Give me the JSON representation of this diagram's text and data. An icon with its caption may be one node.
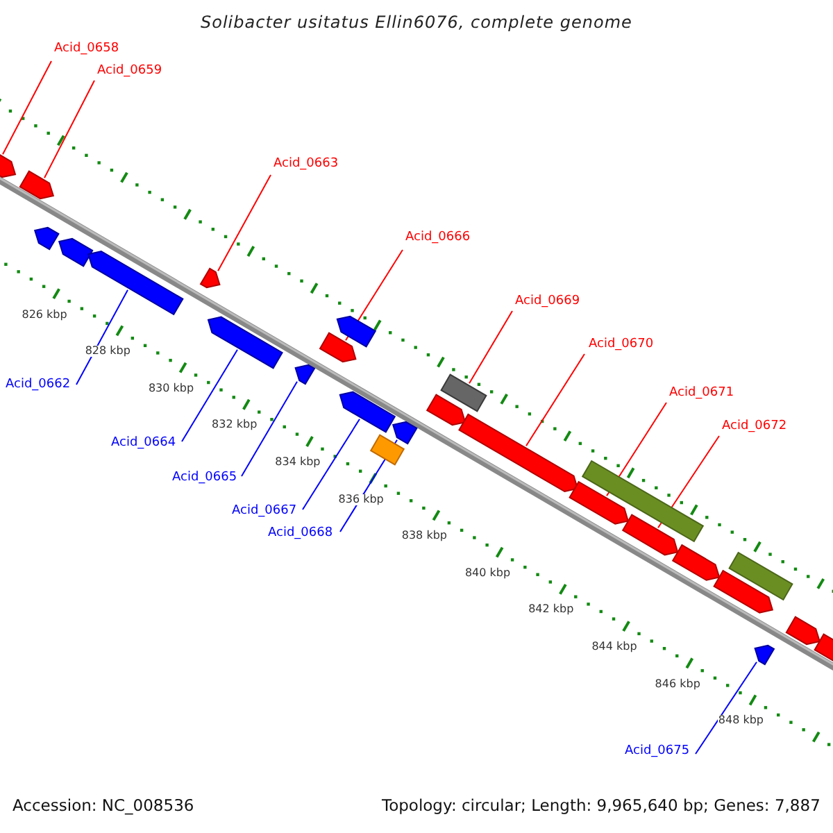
{
  "diagram": {
    "title": "Solibacter usitatus Ellin6076, complete genome",
    "nodes": [
      {
        "text": [
          "Acid_0658"
        ]
      },
      {
        "text": [
          "Acid_0659"
        ]
      },
      {
        "text": [
          "Acid_0663"
        ]
      },
      {
        "text": [
          "Acid_0666"
        ]
      },
      {
        "text": [
          "Acid_0669"
        ]
      },
      {
        "text": [
          "Acid_0670"
        ]
      },
      {
        "text": [
          "Acid_0662"
        ]
      },
      {
        "text": [
          "Acid_0671"
        ]
      },
      {
        "text": [
          "Acid_0672"
        ]
      },
      {
        "text": [
          "Acid_0664"
        ]
      },
      {
        "text": [
          "Acid_0665"
        ]
      },
      {
        "text": [
          "Acid_0667"
        ]
      },
      {
        "text": [
          "Acid_0668"
        ]
      },
      {
        "text": [
          "Acid_0675"
        ]
      },
      {
        "text": [],
        "shape": "arrow"
      },
      {
        "text": [],
        "shape": "arrow"
      },
      {
        "text": [],
        "shape": "arrow"
      },
      {
        "text": [],
        "shape": "arrow"
      },
      {
        "text": [],
        "shape": "arrow"
      },
      {
        "text": [],
        "shape": "arrow"
      },
      {
        "text": [],
        "shape": "arrow"
      },
      {
        "text": [],
        "shape": "arrow"
      },
      {
        "text": [],
        "shape": "arrow"
      },
      {
        "text": [],
        "shape": "arrow"
      },
      {
        "text": [],
        "shape": "arrow"
      },
      {
        "text": [],
        "shape": "box"
      },
      {
        "text": [],
        "shape": "arrow"
      },
      {
        "text": [],
        "shape": "arrow"
      },
      {
        "text": [],
        "shape": "box"
      },
      {
        "text": [],
        "shape": "arrow"
      },
      {
        "text": [],
        "shape": "arrow"
      },
      {
        "text": [],
        "shape": "box"
      },
      {
        "text": [],
        "shape": "arrow"
      },
      {
        "text": [],
        "shape": "arrow"
      },
      {
        "text": [],
        "shape": "arrow"
      },
      {
        "text": [],
        "shape": "box"
      },
      {
        "text": [],
        "shape": "arrow"
      },
      {
        "text": [],
        "shape": "arrow"
      },
      {
        "text": [],
        "shape": "arrow"
      }
    ],
    "edges": [
      {
        "from": 0,
        "to": 14,
        "arrow": "none"
      },
      {
        "from": 1,
        "to": 15,
        "arrow": "none"
      },
      {
        "from": 6,
        "to": 18,
        "arrow": "none",
        "color": "#0000ff"
      },
      {
        "from": 2,
        "to": 19,
        "arrow": "none"
      },
      {
        "from": 9,
        "to": 20,
        "arrow": "none",
        "color": "#0000ff"
      },
      {
        "from": 10,
        "to": 21,
        "arrow": "none",
        "color": "#0000ff"
      },
      {
        "from": 3,
        "to": 22,
        "arrow": "none"
      },
      {
        "from": 11,
        "to": 24,
        "arrow": "none",
        "color": "#0000ff"
      },
      {
        "from": 12,
        "to": 26,
        "arrow": "none",
        "color": "#0000ff"
      },
      {
        "from": 4,
        "to": 28,
        "arrow": "none"
      },
      {
        "from": 5,
        "to": 29,
        "arrow": "none"
      },
      {
        "from": 7,
        "to": 30,
        "arrow": "none"
      },
      {
        "from": 8,
        "to": 32,
        "arrow": "none"
      },
      {
        "from": 13,
        "to": 36,
        "arrow": "none",
        "color": "#0000ff"
      }
    ],
    "labels": [
      "826 kbp",
      "828 kbp",
      "830 kbp",
      "832 kbp",
      "834 kbp",
      "836 kbp",
      "838 kbp",
      "840 kbp",
      "842 kbp",
      "844 kbp",
      "846 kbp",
      "848 kbp",
      "Accession: NC_008536",
      "Topology: circular; Length: 9,965,640 bp; Genes: 7,887"
    ]
  }
}
